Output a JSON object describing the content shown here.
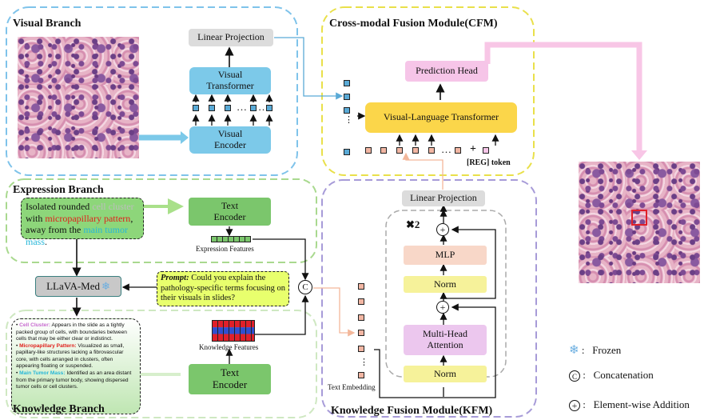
{
  "visual_branch": {
    "title": "Visual Branch",
    "linear_projection": "Linear Projection",
    "visual_transformer": "Visual\nTransformer",
    "visual_encoder": "Visual\nEncoder",
    "ellipsis": "…"
  },
  "cfm": {
    "title": "Cross-modal Fusion Module(CFM)",
    "prediction_head": "Prediction Head",
    "vl_transformer": "Visual-Language Transformer",
    "reg_token": "[REG] token",
    "plus": "+",
    "ellipsis": "…"
  },
  "expression_branch": {
    "title": "Expression Branch",
    "text_parts": {
      "p1": "Isolated rounded ",
      "cell_cluster": "cell cluster",
      "p2": " with ",
      "micropapillary": "micropapillary pattern",
      "p3": ", away from the ",
      "main_tumor": "main tumor mass",
      "p4": "."
    },
    "text_encoder": "Text\nEncoder",
    "features_label": "Expression Features"
  },
  "llava": {
    "label": "LLaVA-Med"
  },
  "prompt": {
    "label": "Prompt:",
    "text": " Could you explain the pathology-specific terms focusing on their visuals in slides?"
  },
  "concat_symbol": "C",
  "knowledge_branch": {
    "title": "Knowledge Branch",
    "items": [
      {
        "term": "Cell Cluster:",
        "desc": " Appears in the slide as a tightly packed group of cells, with boundaries between cells that may be either clear or indistinct.",
        "color": "#c86ad0"
      },
      {
        "term": "Micropapillary Pattern:",
        "desc": " Visualized as small, papillary-like structures lacking a fibrovascular core, with cells arranged in clusters, often appearing floating or suspended.",
        "color": "#e0201b"
      },
      {
        "term": "Main Tumor Mass:",
        "desc": " Identified as an area distant from the primary tumor body, showing dispersed tumor cells or cell clusters.",
        "color": "#27b7d8"
      }
    ],
    "features_label": "Knowledge Features",
    "text_encoder": "Text\nEncoder"
  },
  "kfm": {
    "title": "Knowledge Fusion Module(KFM)",
    "linear_projection": "Linear Projection",
    "repeat": "✖2",
    "mlp": "MLP",
    "norm": "Norm",
    "attention": "Multi-Head\nAttention",
    "text_embedding": "Text Embedding",
    "ellipsis": "⋮"
  },
  "legend": {
    "frozen": ":   Frozen",
    "concatenation": ":   Concatenation",
    "addition": ":   Element-wise Addition"
  },
  "colors": {
    "visual_border": "#7fc3ea",
    "cfm_border": "#e9e04a",
    "expression_border": "#a9d98f",
    "knowledge_border": "#cfe8c2",
    "kfm_border": "#a79bd8",
    "pink_arrow": "#f8c6e6",
    "orange_arrow": "#f3b79a",
    "green_arrow": "#a9e08a",
    "highlight_box": "#e0202a"
  }
}
